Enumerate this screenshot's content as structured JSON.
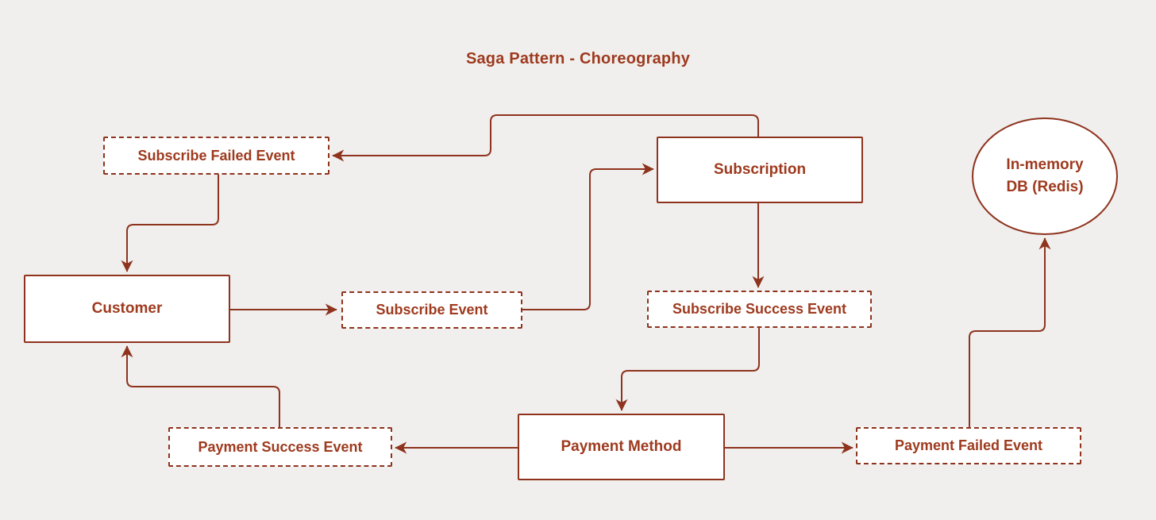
{
  "title": "Saga Pattern - Choreography",
  "colors": {
    "accent_stroke": "#8e331d",
    "text": "#9e3a1e",
    "background": "#f0efee",
    "node_fill": "#ffffff"
  },
  "nodes": {
    "customer": {
      "label": "Customer",
      "shape": "rectangle",
      "kind": "service"
    },
    "subscription": {
      "label": "Subscription",
      "shape": "rectangle",
      "kind": "service"
    },
    "payment_method": {
      "label": "Payment Method",
      "shape": "rectangle",
      "kind": "service"
    },
    "subscribe_event": {
      "label": "Subscribe Event",
      "shape": "dashed-rectangle",
      "kind": "event"
    },
    "subscribe_failed_event": {
      "label": "Subscribe Failed Event",
      "shape": "dashed-rectangle",
      "kind": "event"
    },
    "subscribe_success_event": {
      "label": "Subscribe Success Event",
      "shape": "dashed-rectangle",
      "kind": "event"
    },
    "payment_success_event": {
      "label": "Payment Success Event",
      "shape": "dashed-rectangle",
      "kind": "event"
    },
    "payment_failed_event": {
      "label": "Payment Failed Event",
      "shape": "dashed-rectangle",
      "kind": "event"
    },
    "in_memory_db": {
      "label": "In-memory DB (Redis)",
      "shape": "ellipse",
      "kind": "datastore"
    }
  },
  "edges": [
    {
      "from": "customer",
      "to": "subscribe_event"
    },
    {
      "from": "subscribe_event",
      "to": "subscription"
    },
    {
      "from": "subscription",
      "to": "subscribe_failed_event"
    },
    {
      "from": "subscribe_failed_event",
      "to": "customer"
    },
    {
      "from": "subscription",
      "to": "subscribe_success_event"
    },
    {
      "from": "subscribe_success_event",
      "to": "payment_method"
    },
    {
      "from": "payment_method",
      "to": "payment_success_event"
    },
    {
      "from": "payment_success_event",
      "to": "customer"
    },
    {
      "from": "payment_method",
      "to": "payment_failed_event"
    },
    {
      "from": "payment_failed_event",
      "to": "in_memory_db"
    }
  ]
}
